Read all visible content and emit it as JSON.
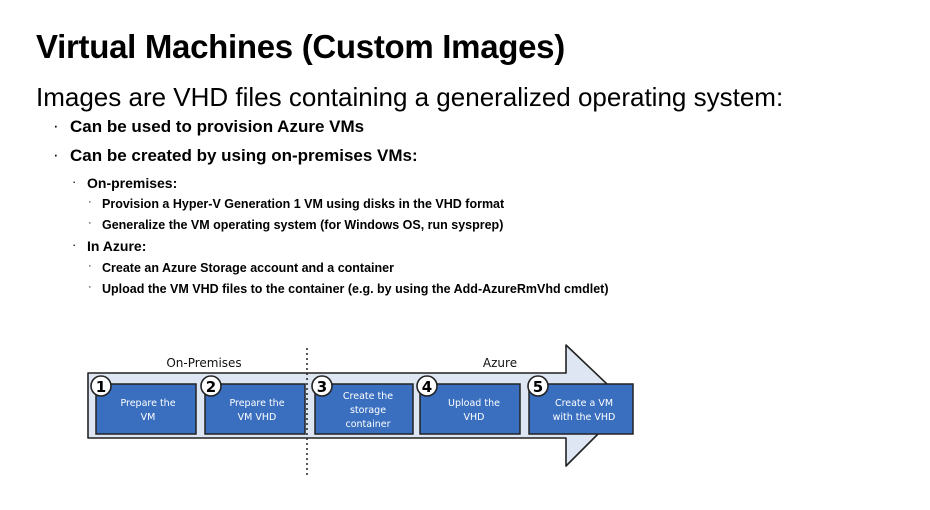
{
  "slide": {
    "title": "Virtual Machines (Custom Images)",
    "subtitle": "Images are VHD files containing a generalized operating system:",
    "bullets": [
      {
        "level": 1,
        "text": "Can be used to provision Azure VMs"
      },
      {
        "level": 1,
        "text": "Can be created by using on-premises VMs:"
      },
      {
        "level": 2,
        "text": "On-premises:"
      },
      {
        "level": 3,
        "text": "Provision a Hyper-V Generation 1 VM using disks in the VHD format"
      },
      {
        "level": 3,
        "text": "Generalize the VM operating system (for Windows OS, run sysprep)"
      },
      {
        "level": 2,
        "text": "In Azure:"
      },
      {
        "level": 3,
        "text": "Create an Azure Storage account and a container"
      },
      {
        "level": 3,
        "text": "Upload the VM VHD files to the container (e.g. by using the Add-AzureRmVhd cmdlet)"
      }
    ]
  },
  "diagram": {
    "regions": {
      "on_premises": "On-Premises",
      "azure": "Azure"
    },
    "steps": [
      {
        "number": "1",
        "lines": [
          "Prepare the",
          "VM"
        ]
      },
      {
        "number": "2",
        "lines": [
          "Prepare the",
          "VM VHD"
        ]
      },
      {
        "number": "3",
        "lines": [
          "Create the",
          "storage",
          "container"
        ]
      },
      {
        "number": "4",
        "lines": [
          "Upload the",
          "VHD"
        ]
      },
      {
        "number": "5",
        "lines": [
          "Create a VM",
          "with the VHD"
        ]
      }
    ],
    "colors": {
      "arrow_fill": "#dde6f2",
      "box_fill": "#3a6fc0",
      "outline": "#222222"
    }
  }
}
